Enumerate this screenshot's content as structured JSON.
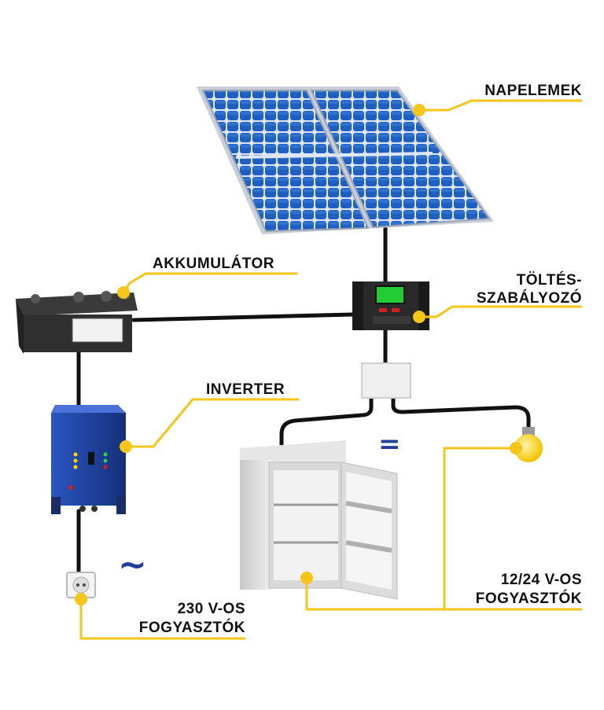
{
  "labels": {
    "solar_panels": "NAPELEMEK",
    "charge_controller_line1": "TÖLTÉS-",
    "charge_controller_line2": "SZABÁLYOZÓ",
    "battery": "AKKUMULÁTOR",
    "inverter": "INVERTER",
    "dc_consumers_line1": "12/24 V-OS",
    "dc_consumers_line2": "FOGYASZTÓK",
    "ac_consumers_line1": "230 V-OS",
    "ac_consumers_line2": "FOGYASZTÓK"
  },
  "symbols": {
    "ac": "~",
    "dc": "="
  },
  "colors": {
    "accent": "#f5c518",
    "wire": "#111111",
    "panel_cell": "#1f5fc4",
    "inverter": "#1f3f9a",
    "display": "#22cc33"
  }
}
